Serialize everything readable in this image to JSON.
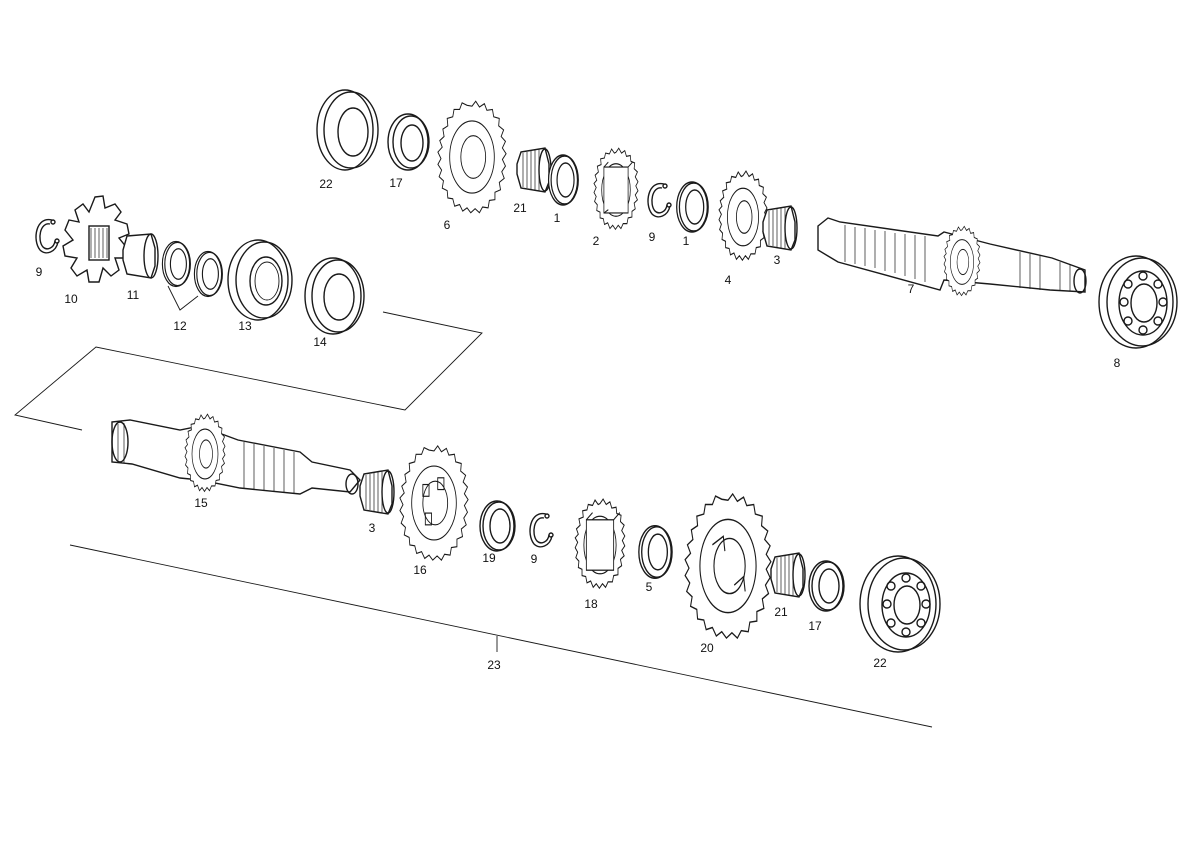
{
  "labels": {
    "l22a": "22",
    "l17a": "17",
    "l6": "6",
    "l21a": "21",
    "l1a": "1",
    "l2": "2",
    "l9a": "9",
    "l1b": "1",
    "l4": "4",
    "l3a": "3",
    "l7": "7",
    "l8": "8",
    "l9b": "9",
    "l10": "10",
    "l11": "11",
    "l12": "12",
    "l13": "13",
    "l14": "14",
    "l15": "15",
    "l3b": "3",
    "l16": "16",
    "l19": "19",
    "l9c": "9",
    "l18": "18",
    "l5": "5",
    "l20": "20",
    "l21b": "21",
    "l17b": "17",
    "l22b": "22",
    "l23": "23"
  },
  "style": {
    "line_color": "#1a1a1a",
    "background": "#ffffff"
  }
}
